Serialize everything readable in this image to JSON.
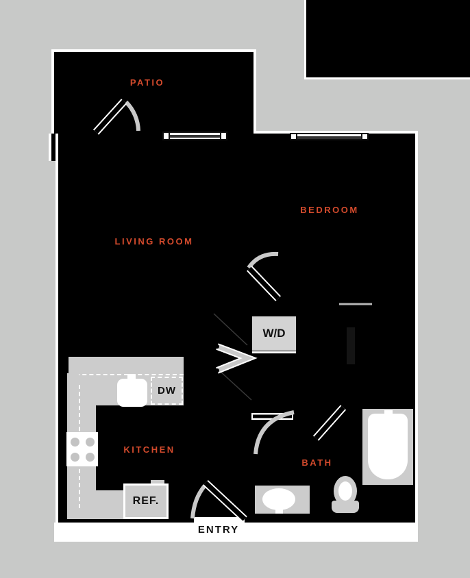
{
  "plan": {
    "title": "apartment-floor-plan",
    "rooms": [
      {
        "id": "patio",
        "label": "PATIO"
      },
      {
        "id": "living-room",
        "label": "LIVING ROOM"
      },
      {
        "id": "bedroom",
        "label": "BEDROOM"
      },
      {
        "id": "kitchen",
        "label": "KITCHEN"
      },
      {
        "id": "bath",
        "label": "BATH"
      }
    ],
    "fixtures": {
      "washer_dryer": "W/D",
      "dishwasher": "DW",
      "refrigerator": "REF.",
      "entry": "ENTRY"
    },
    "icons": [
      "window-icon",
      "door-swing-icon",
      "bifold-door-icon",
      "sink-icon",
      "cooktop-icon",
      "bathtub-icon",
      "toilet-icon",
      "vanity-sink-icon",
      "closet-rod-icon"
    ],
    "colors": {
      "label_accent": "#d24a2c",
      "background": "#c8c9c8",
      "walls": "#000000",
      "fixture_fill": "#cccccc",
      "outline": "#ffffff"
    }
  }
}
